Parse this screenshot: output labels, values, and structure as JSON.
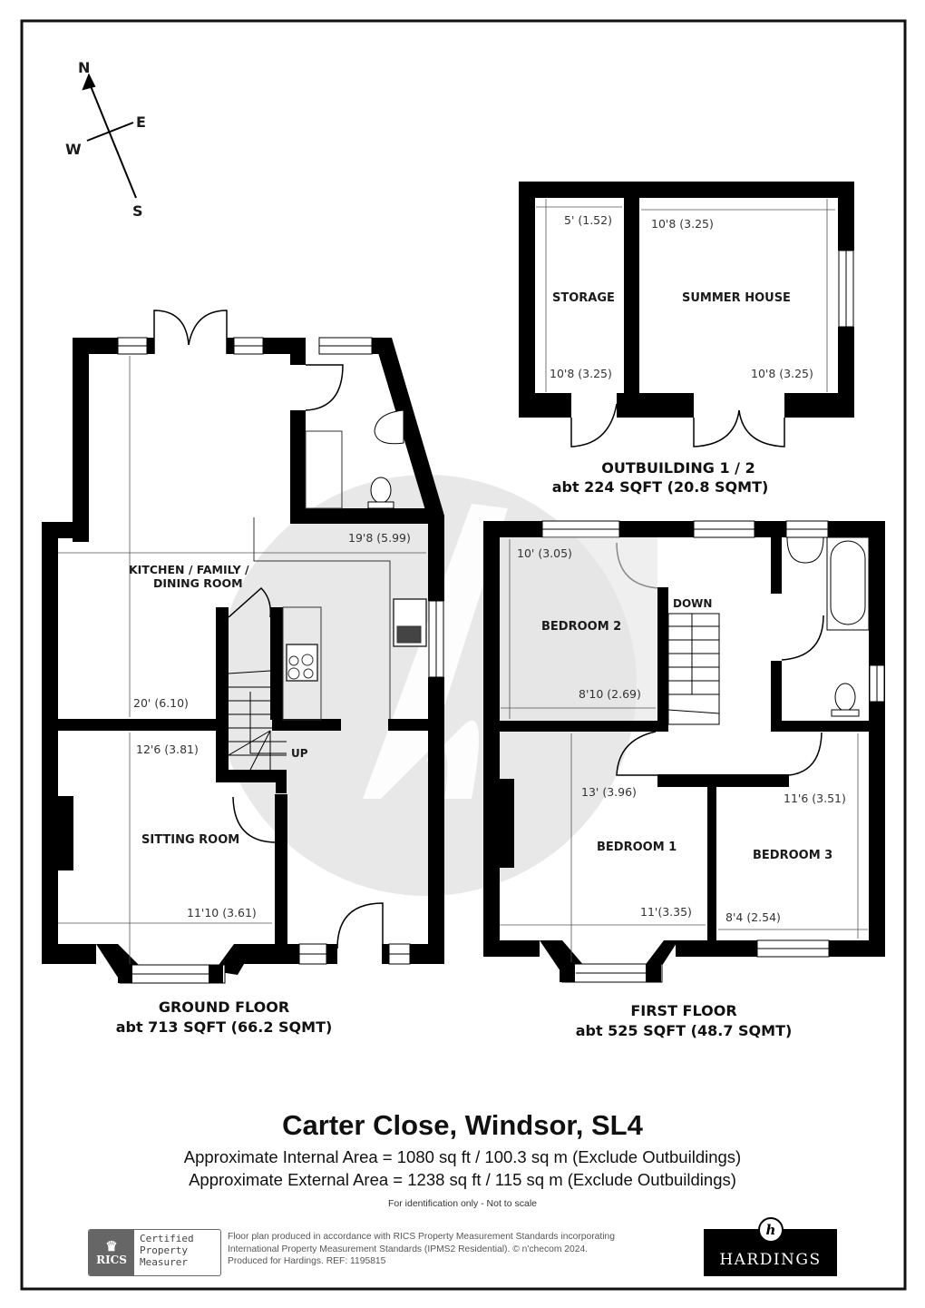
{
  "compass": {
    "north": "N",
    "south": "S",
    "east": "E",
    "west": "W"
  },
  "outbuilding": {
    "title": "OUTBUILDING 1 / 2",
    "area": "abt 224 SQFT (20.8 SQMT)",
    "rooms": [
      {
        "name": "STORAGE",
        "dims": [
          "5' (1.52)",
          "10'8 (3.25)"
        ]
      },
      {
        "name": "SUMMER HOUSE",
        "dims": [
          "10'8 (3.25)",
          "10'8 (3.25)"
        ]
      }
    ]
  },
  "ground_floor": {
    "title": "GROUND FLOOR",
    "area": "abt 713 SQFT (66.2 SQMT)",
    "rooms": [
      {
        "name_line1": "KITCHEN / FAMILY /",
        "name_line2": "DINING ROOM",
        "dims": [
          "19'8 (5.99)",
          "20' (6.10)"
        ]
      },
      {
        "name": "SITTING ROOM",
        "dims": [
          "12'6 (3.81)",
          "11'10 (3.61)"
        ]
      }
    ],
    "stairs_label": "UP"
  },
  "first_floor": {
    "title": "FIRST FLOOR",
    "area": "abt 525 SQFT (48.7 SQMT)",
    "rooms": [
      {
        "name": "BEDROOM 2",
        "dims": [
          "10' (3.05)",
          "8'10 (2.69)"
        ]
      },
      {
        "name": "BEDROOM 1",
        "dims": [
          "13' (3.96)",
          "11'(3.35)"
        ]
      },
      {
        "name": "BEDROOM 3",
        "dims": [
          "11'6 (3.51)",
          "8'4 (2.54)"
        ]
      }
    ],
    "stairs_label": "DOWN"
  },
  "footer": {
    "address": "Carter Close, Windsor, SL4",
    "internal_area": "Approximate Internal Area = 1080 sq ft / 100.3 sq m (Exclude Outbuildings)",
    "external_area": "Approximate External Area = 1238 sq ft / 115 sq m (Exclude Outbuildings)",
    "note": "For identification only - Not to scale",
    "rics": {
      "logo_text": "RICS",
      "cert_line1": "Certified",
      "cert_line2": "Property",
      "cert_line3": "Measurer"
    },
    "disclaimer_line1": "Floor plan produced in accordance with RICS Property Measurement Standards incorporating",
    "disclaimer_line2": "International Property Measurement Standards (IPMS2 Residential).   © n'checom 2024.",
    "disclaimer_line3": "Produced for Hardings.   REF:  1195815",
    "brand": "HARDINGS",
    "brand_emblem": "h"
  },
  "colors": {
    "wall": "#000000",
    "watermark": "#e6e6e6",
    "dimension_line": "#555555",
    "frame": "#111111"
  }
}
